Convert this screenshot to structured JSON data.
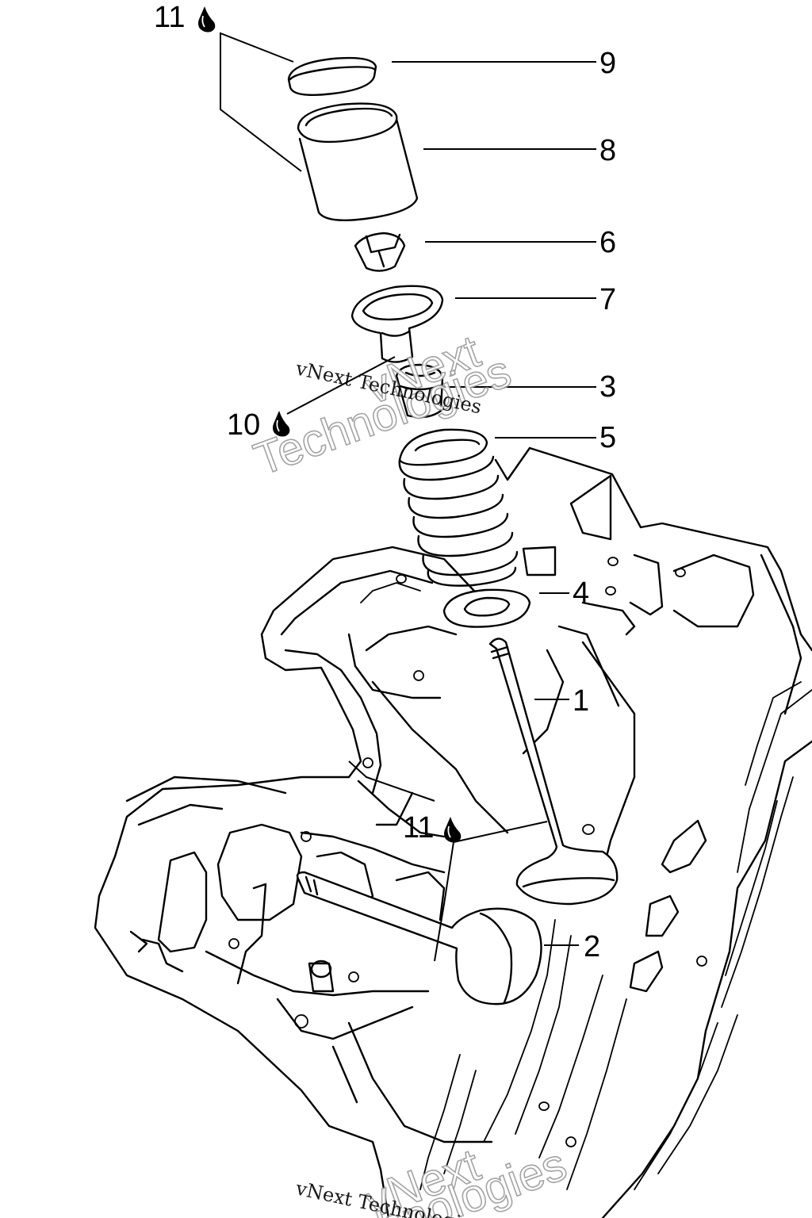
{
  "callouts": {
    "p1": "1",
    "p2": "2",
    "p3": "3",
    "p4": "4",
    "p5": "5",
    "p6": "6",
    "p7": "7",
    "p8": "8",
    "p9": "9",
    "p10": "10",
    "p11_top": "11",
    "p11_mid": "11"
  },
  "icons": {
    "oil_drop": "oil-drop-icon"
  },
  "watermark": {
    "line1": "vNext",
    "line2": "Technologies",
    "small": "vNext Technologies"
  }
}
